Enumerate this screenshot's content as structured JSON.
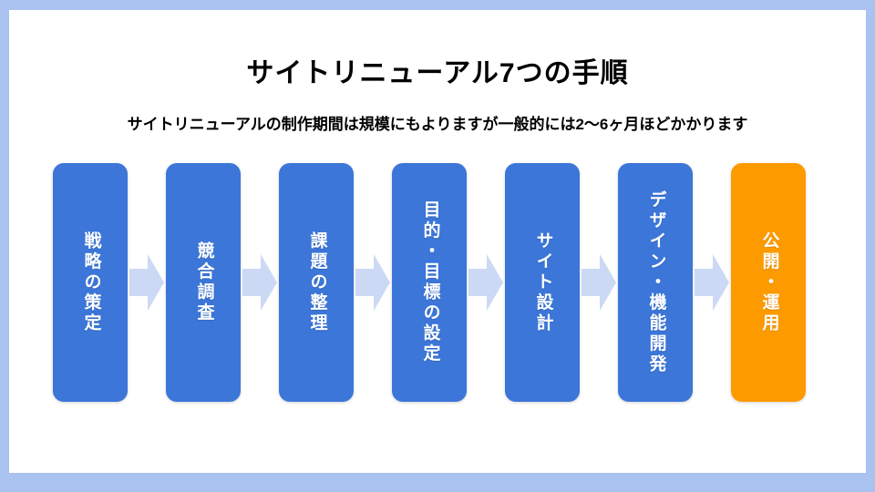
{
  "slide": {
    "title": "サイトリニューアル7つの手順",
    "subtitle": "サイトリニューアルの制作期間は規模にもよりますが一般的には2〜6ヶ月ほどかかります",
    "border_color": "#a9c2f0",
    "background_color": "#ffffff"
  },
  "flow": {
    "arrow_color": "#ccd9f5",
    "step_count": 7,
    "steps": [
      {
        "index": 1,
        "label": "戦略の策定",
        "color": "#3b76d8",
        "text_color": "#ffffff",
        "highlight": false
      },
      {
        "index": 2,
        "label": "競合調査",
        "color": "#3b76d8",
        "text_color": "#ffffff",
        "highlight": false
      },
      {
        "index": 3,
        "label": "課題の整理",
        "color": "#3b76d8",
        "text_color": "#ffffff",
        "highlight": false
      },
      {
        "index": 4,
        "label": "目的・目標の設定",
        "color": "#3b76d8",
        "text_color": "#ffffff",
        "highlight": false
      },
      {
        "index": 5,
        "label": "サイト設計",
        "color": "#3b76d8",
        "text_color": "#ffffff",
        "highlight": false
      },
      {
        "index": 6,
        "label": "デザイン・機能開発",
        "color": "#3b76d8",
        "text_color": "#ffffff",
        "highlight": false
      },
      {
        "index": 7,
        "label": "公開・運用",
        "color": "#fd9a00",
        "text_color": "#ffffff",
        "highlight": true
      }
    ],
    "arrows": [
      {
        "from": 1,
        "to": 2
      },
      {
        "from": 2,
        "to": 3
      },
      {
        "from": 3,
        "to": 4
      },
      {
        "from": 4,
        "to": 5
      },
      {
        "from": 5,
        "to": 6
      },
      {
        "from": 6,
        "to": 7
      }
    ]
  }
}
